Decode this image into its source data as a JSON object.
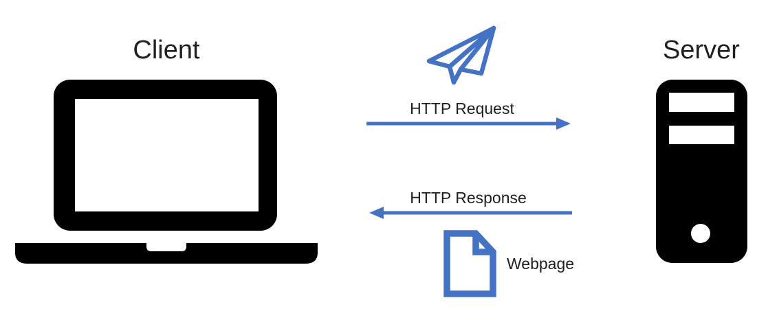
{
  "labels": {
    "client": "Client",
    "server": "Server",
    "request": "HTTP Request",
    "response": "HTTP Response",
    "webpage": "Webpage"
  },
  "icons": {
    "client": "laptop-icon",
    "server": "server-tower-icon",
    "request": "paper-plane-icon",
    "request_arrow": "arrow-right-icon",
    "response_arrow": "arrow-left-icon",
    "webpage": "document-page-icon"
  },
  "colors": {
    "accent_blue": "#4472C4",
    "icon_black": "#000000",
    "text": "#1F1F1F",
    "background": "#FFFFFF"
  }
}
